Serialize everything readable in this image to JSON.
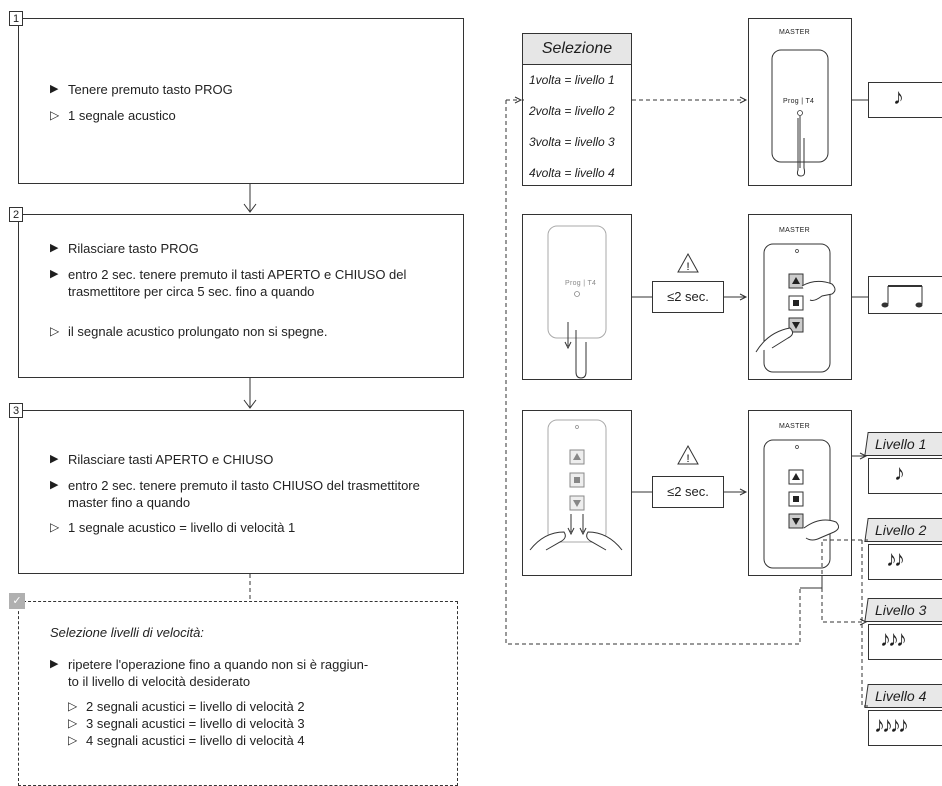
{
  "steps": [
    {
      "number": "1",
      "items": [
        {
          "type": "filled",
          "text": "Tenere premuto tasto PROG"
        },
        {
          "type": "outline",
          "text": "1 segnale acustico"
        }
      ]
    },
    {
      "number": "2",
      "items": [
        {
          "type": "filled",
          "text": "Rilasciare tasto PROG"
        },
        {
          "type": "filled",
          "text": "entro 2 sec. tenere premuto il tasti APERTO e CHIUSO del trasmettitore per circa 5 sec. fino a quando"
        },
        {
          "type": "outline",
          "text": "il segnale acustico prolungato non si spegne."
        }
      ]
    },
    {
      "number": "3",
      "items": [
        {
          "type": "filled",
          "text": "Rilasciare tasti APERTO e CHIUSO"
        },
        {
          "type": "filled",
          "text": "entro 2 sec. tenere premuto il tasto CHIUSO del trasmettitore master fino a quando"
        },
        {
          "type": "outline",
          "text": "1 segnale acustico = livello di velocità 1"
        }
      ]
    }
  ],
  "note": {
    "check_icon": "check-icon",
    "title": "Selezione livelli di velocità:",
    "action": "ripetere l'operazione fino a quando non si è raggiun-to il livello di velocità desiderato",
    "action_line1": "ripetere l'operazione fino a quando non si è raggiun-",
    "action_line2": "to il livello di velocità desiderato",
    "results": [
      "2 segnali acustici = livello di velocità 2",
      "3 segnali acustici = livello di velocità 3",
      "4 segnali acustici = livello di velocità 4"
    ]
  },
  "selection": {
    "title": "Selezione",
    "items": [
      "1volta = livello 1",
      "2volta = livello 2",
      "3volta = livello 3",
      "4volta = livello 4"
    ]
  },
  "diagram": {
    "master_label": "MASTER",
    "prog_label": "Prog | T4",
    "timing_label": "≤2 sec.",
    "warning_icon": "warning-triangle-icon",
    "levels": [
      "Livello 1",
      "Livello 2",
      "Livello 3",
      "Livello 4"
    ]
  },
  "colors": {
    "line": "#333333",
    "header_gray": "#e6e6e6",
    "check_bg": "#b0b0b0"
  }
}
